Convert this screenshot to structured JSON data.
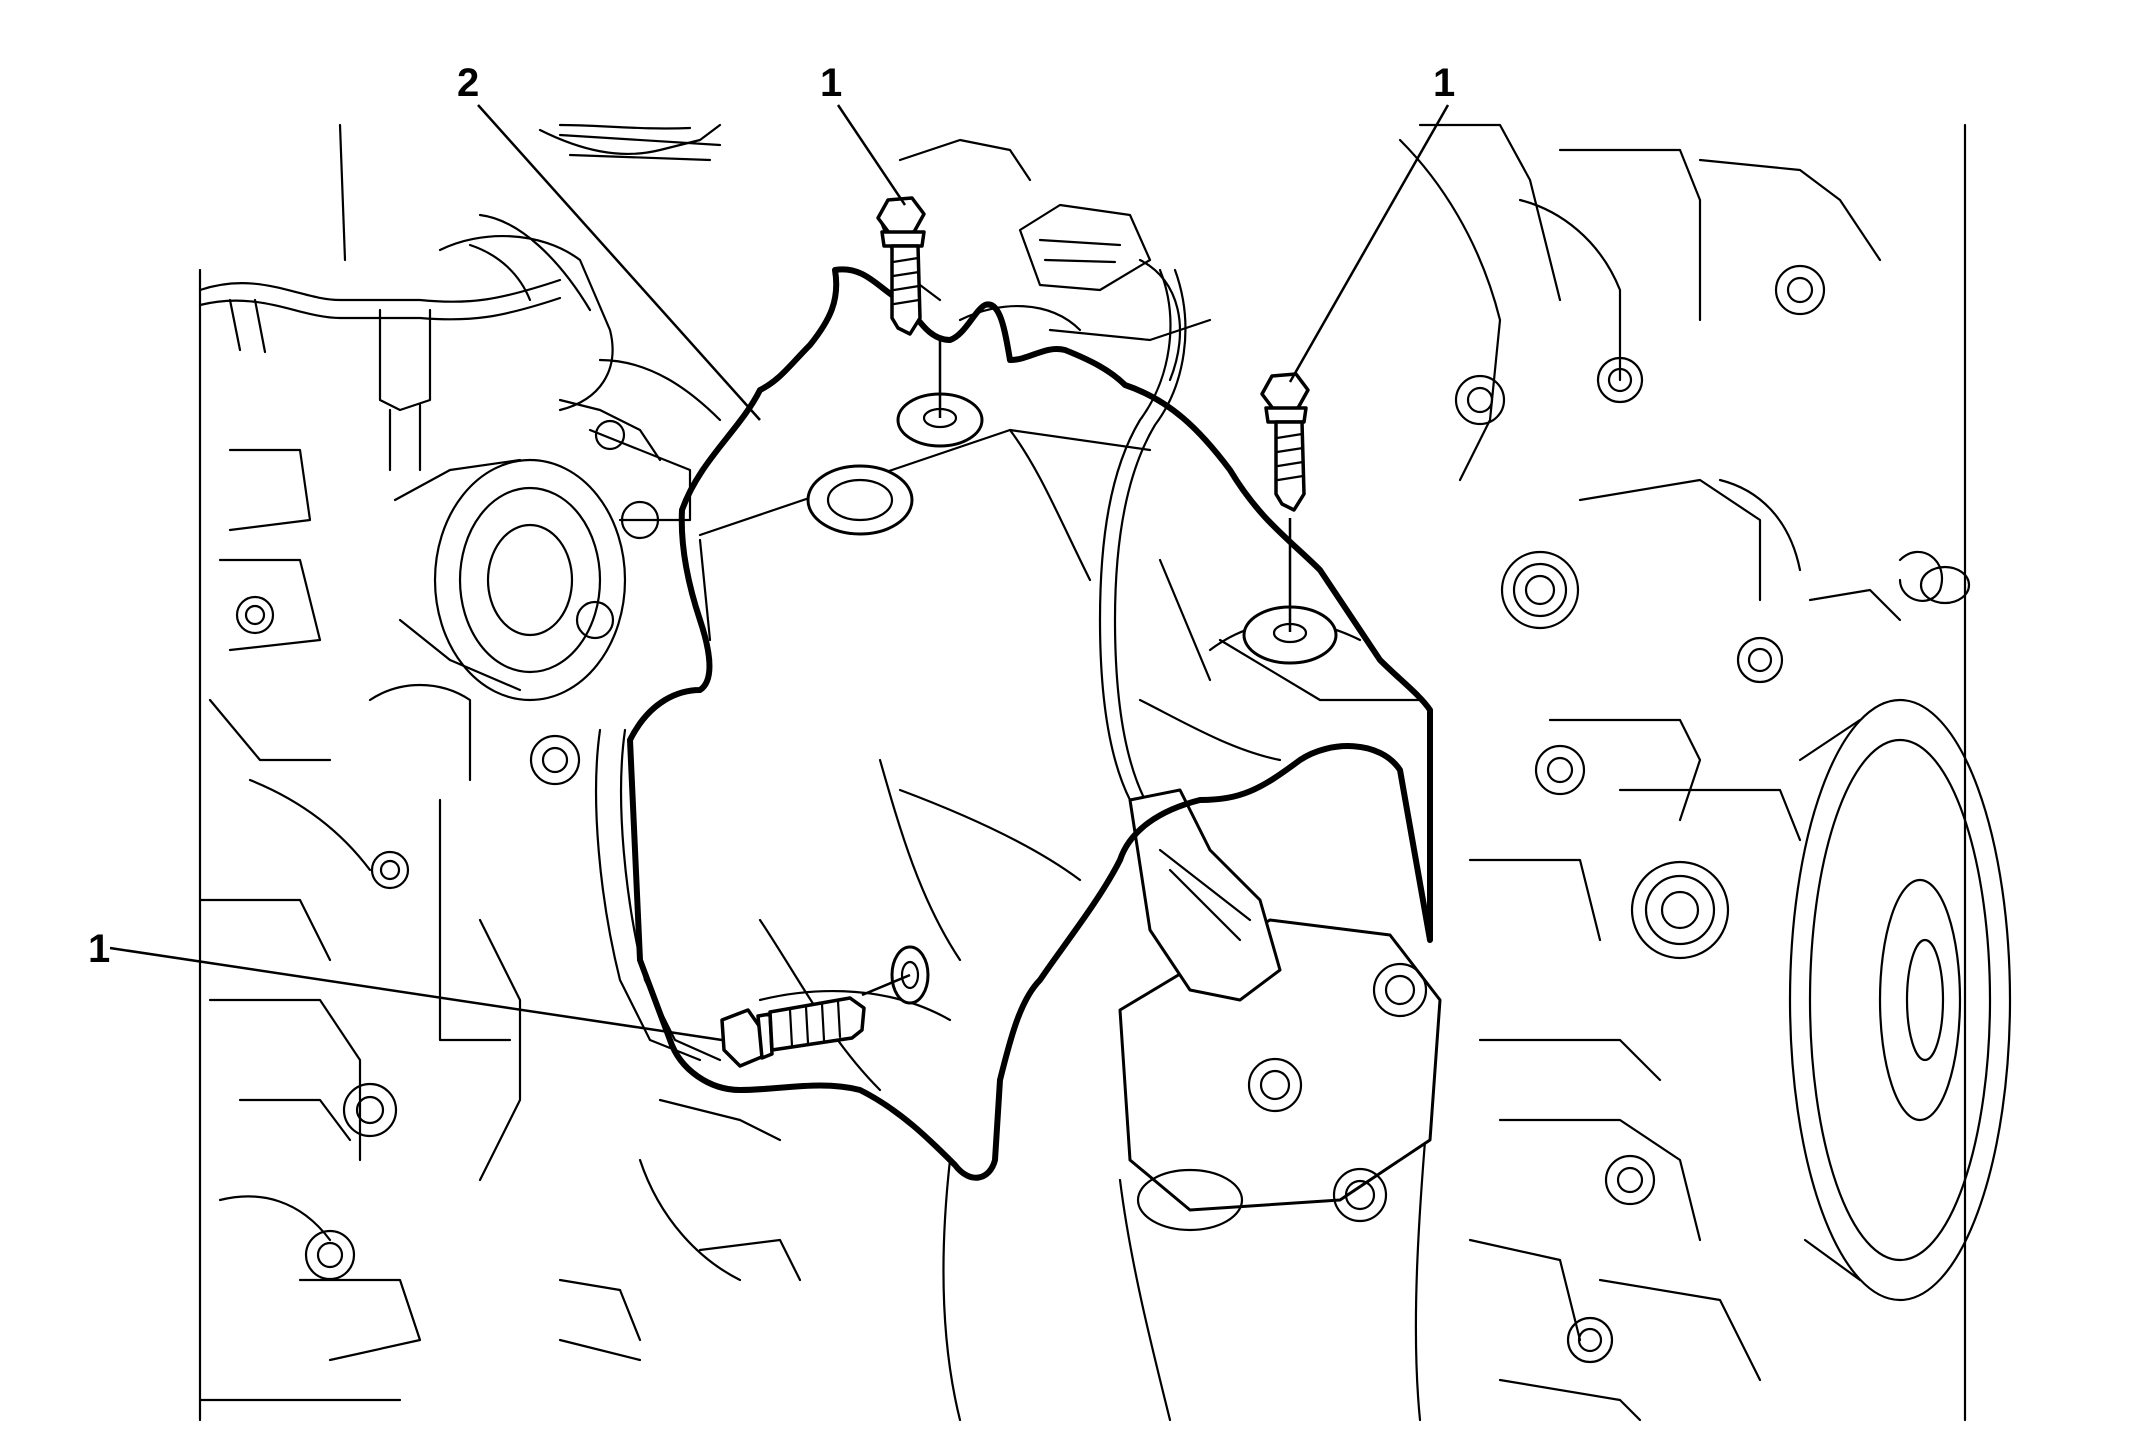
{
  "callouts": [
    {
      "id": "bolt-top-left",
      "label": "1"
    },
    {
      "id": "bolt-top-right",
      "label": "1"
    },
    {
      "id": "bolt-left",
      "label": "1"
    },
    {
      "id": "heat-shield",
      "label": "2"
    }
  ]
}
